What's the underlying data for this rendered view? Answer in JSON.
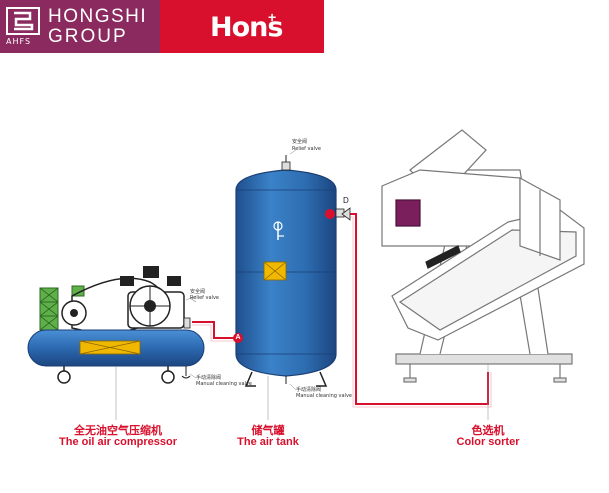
{
  "header": {
    "logo_sub": "AHFS",
    "brand_line1": "HONGSHI",
    "brand_line2": "GROUP",
    "hons": "Hons",
    "hons_plus": "+"
  },
  "colors": {
    "banner_left": "#8a2a5e",
    "banner_right": "#d8102d",
    "tank_blue": "#2f6fb5",
    "pipe": "#d8102d",
    "caption": "#d8102d",
    "accent_yellow": "#f0b800",
    "sorter_purple": "#7a1f5c",
    "compressor_green": "#5fb04a"
  },
  "labels": {
    "relief_valve_cn": "安全阀",
    "relief_valve_en": "Relief valve",
    "manual_cleaning_cn": "手动清除阀",
    "manual_cleaning_en": "Manual cleaning valve",
    "marker_a": "A",
    "marker_d": "D"
  },
  "captions": {
    "compressor_cn": "全无油空气压缩机",
    "compressor_en": "The oil air compressor",
    "tank_cn": "储气罐",
    "tank_en": "The air tank",
    "sorter_cn": "色选机",
    "sorter_en": "Color sorter"
  }
}
